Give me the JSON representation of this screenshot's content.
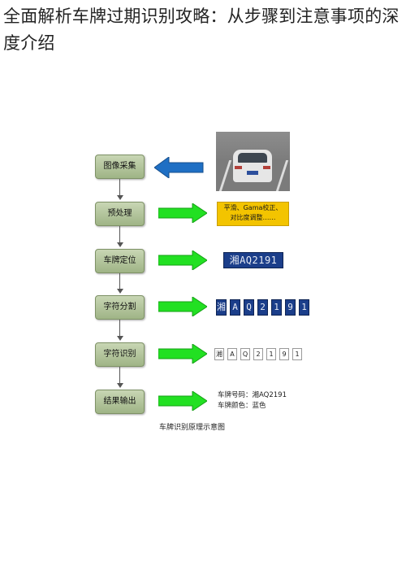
{
  "title": "全面解析车牌过期识别攻略：从步骤到注意事项的深度介绍",
  "steps": [
    "图像采集",
    "预处理",
    "车牌定位",
    "字符分割",
    "字符识别",
    "结果输出"
  ],
  "preprocess": {
    "line1": "平滑、Gama校正、",
    "line2": "对比度调整……"
  },
  "plate_text": "湘AQ2191",
  "segments": [
    "湘",
    "A",
    "Q",
    "2",
    "1",
    "9",
    "1"
  ],
  "chars": [
    "湘",
    "A",
    "Q",
    "2",
    "1",
    "9",
    "1"
  ],
  "result": {
    "number_line": "车牌号码：湘AQ2191",
    "color_line": "车牌颜色：蓝色"
  },
  "caption": "车牌识别原理示意图",
  "colors": {
    "step_box": "#b5c69f",
    "green_arrow": "#22e022",
    "blue_arrow": "#1f6fc4",
    "plate_blue": "#1b3e8a",
    "yellow_box": "#f3c400"
  },
  "icons": {
    "photo": "car-rear-photo",
    "arrow_in": "blue-left-arrow",
    "arrow_out": "green-right-arrow"
  }
}
